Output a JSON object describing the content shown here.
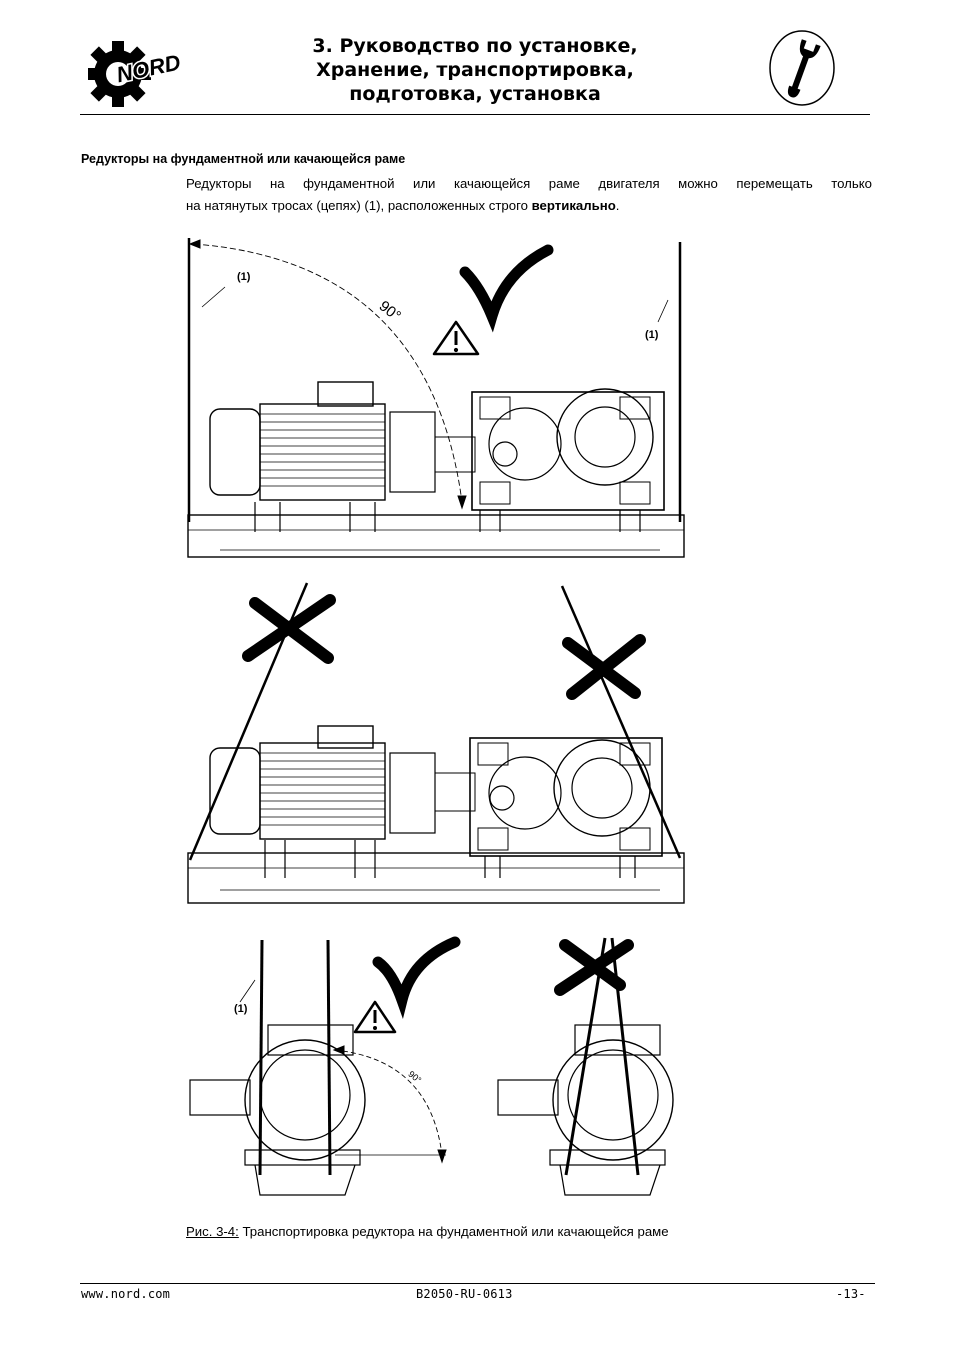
{
  "header": {
    "brand": "NORD",
    "title_lines": [
      "3. Руководство по установке,",
      "Хранение, транспортировка,",
      "подготовка, установка"
    ]
  },
  "section": {
    "heading": "Редукторы на фундаментной или качающейся раме",
    "para_line1": "Редукторы на фундаментной или качающейся раме двигателя можно перемещать только",
    "para_line2_start": "на натянутых тросах (цепях) (1), расположенных строго ",
    "para_bold": "вертикально",
    "para_end": "."
  },
  "figure": {
    "rope_label": "(1)",
    "angle_label": "90°",
    "angle_label_small": "90°",
    "caption_ref": "Рис. 3-4:",
    "caption_text": " Транспортировка редуктора на фундаментной или качающейся раме"
  },
  "footer": {
    "url": "www.nord.com",
    "doc_id": "B2050-RU-0613",
    "page": "-13-"
  }
}
